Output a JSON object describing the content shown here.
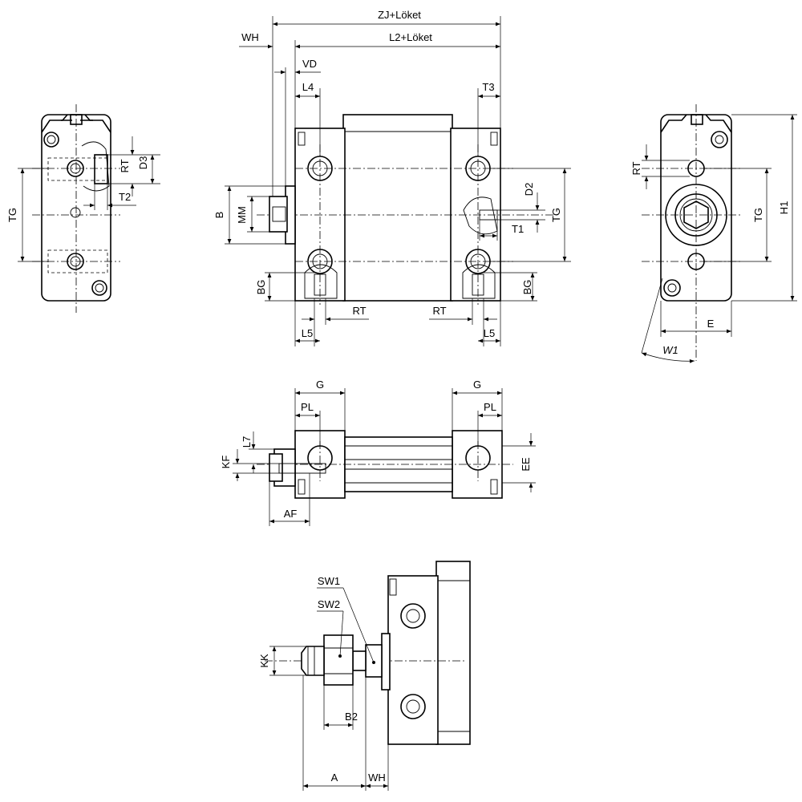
{
  "top_view": {
    "zj": "ZJ+Löket",
    "l2": "L2+Löket",
    "wh": "WH",
    "vd": "VD",
    "l4": "L4",
    "t3": "T3",
    "d2": "D2",
    "tg": "TG",
    "t1": "T1",
    "b": "B",
    "mm": "MM",
    "bg_left": "BG",
    "bg_right": "BG",
    "rt_left": "RT",
    "rt_right": "RT",
    "l5_left": "L5",
    "l5_right": "L5"
  },
  "left_view": {
    "tg": "TG",
    "rt": "RT",
    "d3": "D3",
    "t2": "T2"
  },
  "right_view": {
    "rt": "RT",
    "tg": "TG",
    "h1": "H1",
    "e": "E",
    "w1": "W1"
  },
  "side_view": {
    "g_left": "G",
    "g_right": "G",
    "pl_left": "PL",
    "pl_right": "PL",
    "l7": "L7",
    "kf": "KF",
    "ee": "EE",
    "af": "AF"
  },
  "rod_view": {
    "sw1": "SW1",
    "sw2": "SW2",
    "kk": "KK",
    "b2": "B2",
    "a": "A",
    "wh": "WH"
  }
}
